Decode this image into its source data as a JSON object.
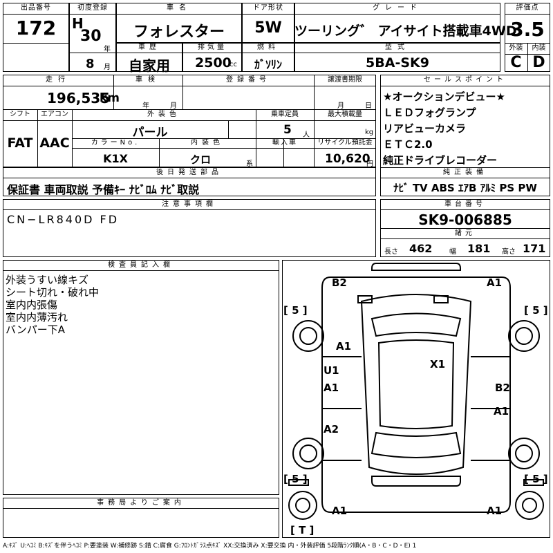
{
  "header": {
    "lot_label": "出品番号",
    "lot_no": "172",
    "first_reg_label": "初度登録",
    "era": "H",
    "year": "30",
    "year_unit": "年",
    "month": "8",
    "month_unit": "月",
    "car_name_label": "車名",
    "car_name": "フォレスター",
    "door_label": "ドア形状",
    "door": "5W",
    "grade_label": "グレード",
    "grade": "ツーリング゛ アイサイト搭載車4WD",
    "score_label": "評価点",
    "score": "3.5",
    "history_label": "車歴",
    "history": "自家用",
    "displacement_label": "排気量",
    "displacement": "2500",
    "cc": "cc",
    "fuel_label": "燃料",
    "fuel": "ｶﾞｿﾘﾝ",
    "model_label": "型式",
    "model": "5BA-SK9",
    "ext_label": "外装",
    "ext_grade": "C",
    "int_label": "内装",
    "int_grade": "D"
  },
  "mid": {
    "mileage_label": "走行",
    "mileage": "196,535",
    "km": "km",
    "inspection_label": "車検",
    "insp_year": "年",
    "insp_month": "月",
    "reg_no_label": "登録番号",
    "transfer_label": "譲渡書期限",
    "transfer_month": "月",
    "transfer_day": "日",
    "shift_label": "シフト",
    "shift": "FAT",
    "ac_label": "エアコン",
    "ac": "AAC",
    "ext_color_label": "外装色",
    "ext_color": "パール",
    "capacity_label": "乗車定員",
    "capacity": "5",
    "capacity_unit": "人",
    "maxload_label": "最大積載量",
    "maxload_unit": "kg",
    "color_no_label": "カラーNo.",
    "color_no": "K1X",
    "int_color_label": "内装色",
    "int_color": "クロ",
    "int_color_unit": "系",
    "import_label": "輸入車",
    "recycle_label": "リサイクル預託金",
    "recycle": "10,620",
    "yen": "円",
    "later_parts_label": "後日発送部品",
    "later_parts": "保証書 車両取説 予備ｷｰ ﾅﾋﾞﾛﾑ ﾅﾋﾞ取説",
    "notes_label": "注意事項欄",
    "notes": "CN−LR840D FD"
  },
  "right": {
    "sales_label": "セールスポイント",
    "sales_points": [
      "★オークションデビュー★",
      "ＬＥＤフォグランプ",
      "リアビューカメラ",
      "ＥＴＣ2.0",
      "純正ドライブレコーダー"
    ],
    "equip_label": "純正装備",
    "equip": "ﾅﾋﾞ TV ABS ｴｱB ｱﾙﾐ PS PW",
    "chassis_label": "車台番号",
    "chassis": "SK9-006885",
    "spec_label": "諸元",
    "length_label": "長さ",
    "length": "462",
    "width_label": "幅",
    "width": "181",
    "height_label": "高さ",
    "height": "171"
  },
  "inspector": {
    "label": "検査員記入欄",
    "lines": [
      "外装うすい線キズ",
      "シート切れ・破れ中",
      "室内内張傷",
      "室内内薄汚れ",
      "バンパー下A"
    ]
  },
  "office": {
    "label": "事務局よりご案内"
  },
  "diagram": {
    "marks": {
      "rear_left": "B2",
      "rear_right": "A1",
      "tire_rl": "[ 5 ]",
      "tire_rr": "[ 5 ]",
      "tire_fl": "[ 5 ]",
      "tire_fr": "[ 5 ]",
      "left_quarter": "A1",
      "roof": "X1",
      "left_rear_door_1": "U1",
      "left_rear_door_2": "A1",
      "right_rear_door": "B2",
      "right_front_door": "A1",
      "left_front_door": "A2",
      "front_left": "A1",
      "front_right": "A1",
      "spare": "[ T ]"
    }
  },
  "footer": {
    "legend": "A:ｷｽﾞ U:ﾍｺﾐ B:ｷｽﾞを伴うﾍｺﾐ P:要塗装 W:補修跡 S:錆 C:腐食 G:ﾌﾛﾝﾄｶﾞﾗｽ点ｷｽﾞ XX:交換済み X:要交換 内・外装評価 5段階ﾗﾝｸ順(A・B・C・D・E) 1"
  }
}
